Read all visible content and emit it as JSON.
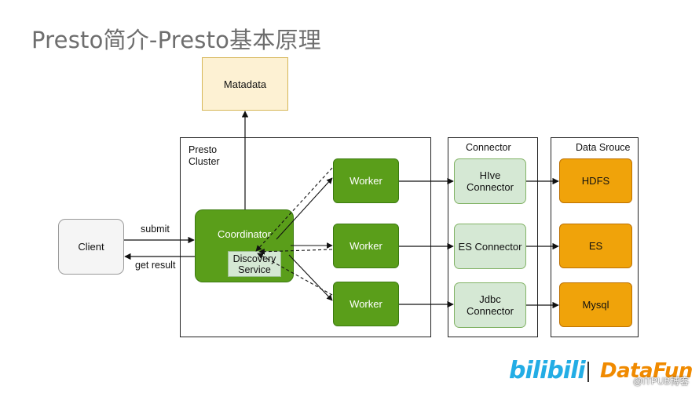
{
  "title": "Presto简介-Presto基本原理",
  "nodes": {
    "metadata": "Matadata",
    "client": "Client",
    "coordinator": "Coordinator",
    "discovery": "Discovery Service",
    "workers": [
      "Worker",
      "Worker",
      "Worker"
    ],
    "connectors": [
      "HIve Connector",
      "ES Connector",
      "Jdbc Connector"
    ],
    "sources": [
      "HDFS",
      "ES",
      "Mysql"
    ]
  },
  "containers": {
    "cluster": "Presto Cluster",
    "connector": "Connector",
    "data_source": "Data Srouce"
  },
  "edges": {
    "submit": "submit",
    "get_result": "get result"
  },
  "colors": {
    "green": "#5a9e1a",
    "light_green": "#d5e8d4",
    "orange": "#f0a30a",
    "cream": "#fdf1d3"
  },
  "logos": {
    "bilibili": "bilibili",
    "datafun": "DataFun",
    "watermark": "@ITPUB博客"
  }
}
